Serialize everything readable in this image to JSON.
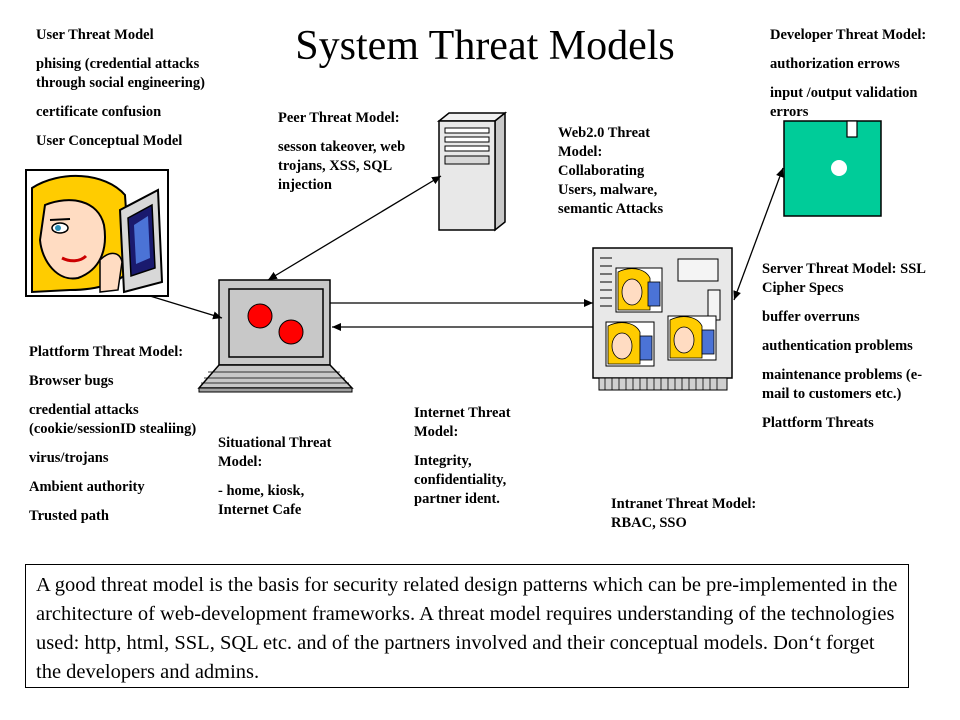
{
  "title": "System Threat Models",
  "user_threat": {
    "heading": "User Threat Model",
    "items": [
      "phising (credential attacks through social engineering)",
      "certificate confusion",
      "User Conceptual Model"
    ]
  },
  "developer_threat": {
    "heading": "Developer Threat Model:",
    "items": [
      "authorization errows",
      "input /output validation errors"
    ]
  },
  "peer_threat": {
    "heading": "Peer Threat Model:",
    "body": "sesson takeover, web trojans, XSS, SQL injection"
  },
  "web20_threat": {
    "text": "Web2.0 Threat Model: Collaborating Users, malware, semantic Attacks"
  },
  "server_threat": {
    "heading": "Server Threat Model: SSL Cipher Specs",
    "items": [
      "buffer overruns",
      "authentication problems",
      "maintenance problems (e-mail to customers etc.)",
      "Plattform Threats"
    ]
  },
  "platform_threat": {
    "heading": "Plattform Threat Model:",
    "items": [
      "Browser bugs",
      "credential attacks (cookie/sessionID stealiing)",
      "virus/trojans",
      "Ambient authority",
      "Trusted path"
    ]
  },
  "situational_threat": {
    "heading": "Situational Threat Model:",
    "body": "- home, kiosk, Internet Cafe"
  },
  "internet_threat": {
    "heading": "Internet Threat Model:",
    "body": "Integrity, confidentiality, partner ident."
  },
  "intranet_threat": {
    "text": "Intranet Threat Model: RBAC, SSO"
  },
  "summary": "A good threat model is the basis for security related design patterns which can be pre-implemented in the architecture of web-development frameworks. A threat model requires understanding of the technologies used: http, html, SSL, SQL etc. and of the partners involved and their conceptual models. Don‘t forget the developers and admins.",
  "colors": {
    "disk": "#00cc99",
    "laptop": "#c8c8c8",
    "red_dot": "#ff0000",
    "hair": "#ffcc00",
    "server": "#e8e8e8"
  }
}
